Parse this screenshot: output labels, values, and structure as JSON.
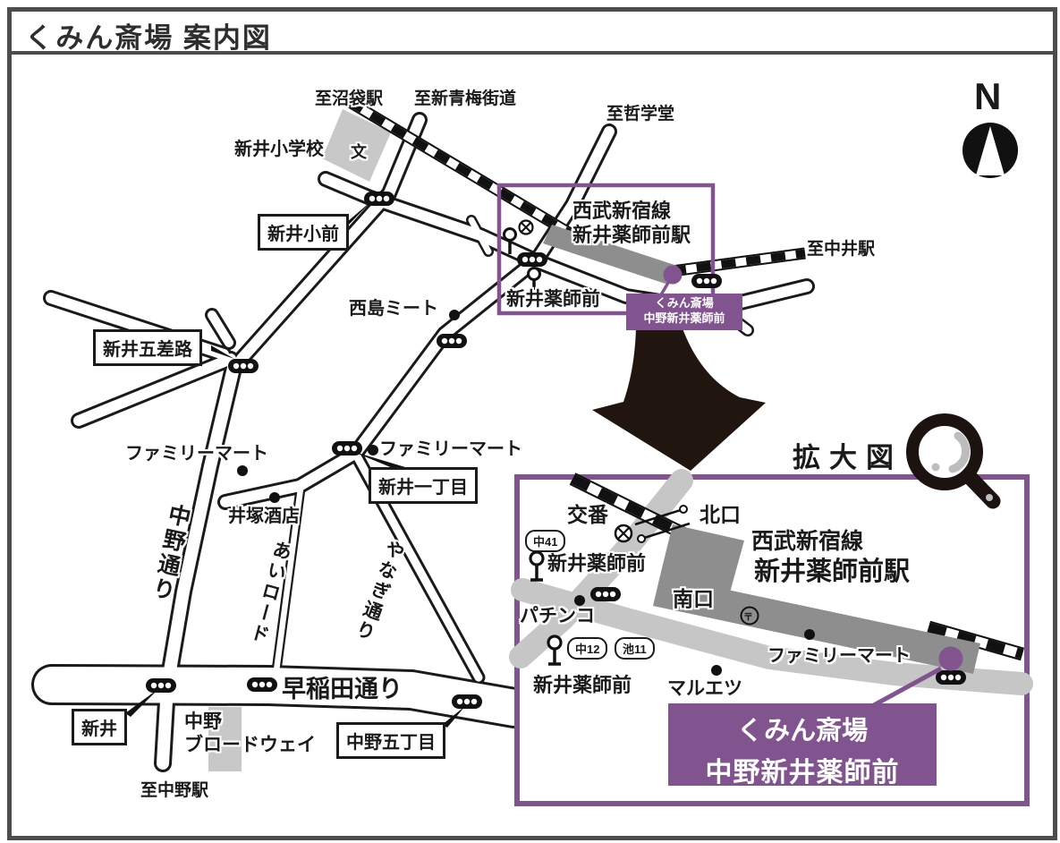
{
  "title": "くみん斎場 案内図",
  "compass_n": "N",
  "colors": {
    "purple": "#81538f",
    "station_gray": "#8e8e8e",
    "road_gray": "#c6c6c6",
    "ink": "#1a1a1a",
    "frame_gray": "#4d4d4d"
  },
  "overview": {
    "to_numabukuro": "至沼袋駅",
    "to_shin_ome_kaido": "至新青梅街道",
    "to_tetsugakudo": "至哲学堂",
    "to_nakai_station": "至中井駅",
    "to_nakano_station": "至中野駅",
    "arai_elementary": "新井小学校",
    "school_symbol": "文",
    "araishomae": "新井小前",
    "nishijima_meat": "西島ミート",
    "arai_gosaro": "新井五差路",
    "familymart_left": "ファミリーマート",
    "familymart_right": "ファミリーマート",
    "arai_itchome": "新井一丁目",
    "izuka_saketen": "井塚酒店",
    "nakano_dori": "中野通り",
    "ai_road": "あいロード",
    "yanagi_dori": "やなぎ通り",
    "waseda_dori": "早稲田通り",
    "arai": "新井",
    "nakano_broadway_line1": "中野",
    "nakano_broadway_line2": "ブロードウェイ",
    "nakano_gochome": "中野五丁目",
    "seibu_shinjuku_line": "西武新宿線",
    "araiyakushimae_station": "新井薬師前駅",
    "araiyakushimae_busstop": "新井薬師前",
    "venue_badge_line1": "くみん斎場",
    "venue_badge_line2": "中野新井薬師前"
  },
  "magnified": {
    "heading": "拡大図",
    "koban": "交番",
    "north_exit": "北口",
    "south_exit": "南口",
    "seibu_shinjuku_line": "西武新宿線",
    "araiyakushimae_station": "新井薬師前駅",
    "busstop1_label": "新井薬師前",
    "busstop2_label": "新井薬師前",
    "bus_route_naka41": "中41",
    "bus_route_naka12": "中12",
    "bus_route_ike11": "池11",
    "pachinko": "パチンコ",
    "maruetsu": "マルエツ",
    "familymart": "ファミリーマート",
    "post_office_symbol": "〒",
    "venue_line1": "くみん斎場",
    "venue_line2": "中野新井薬師前"
  }
}
